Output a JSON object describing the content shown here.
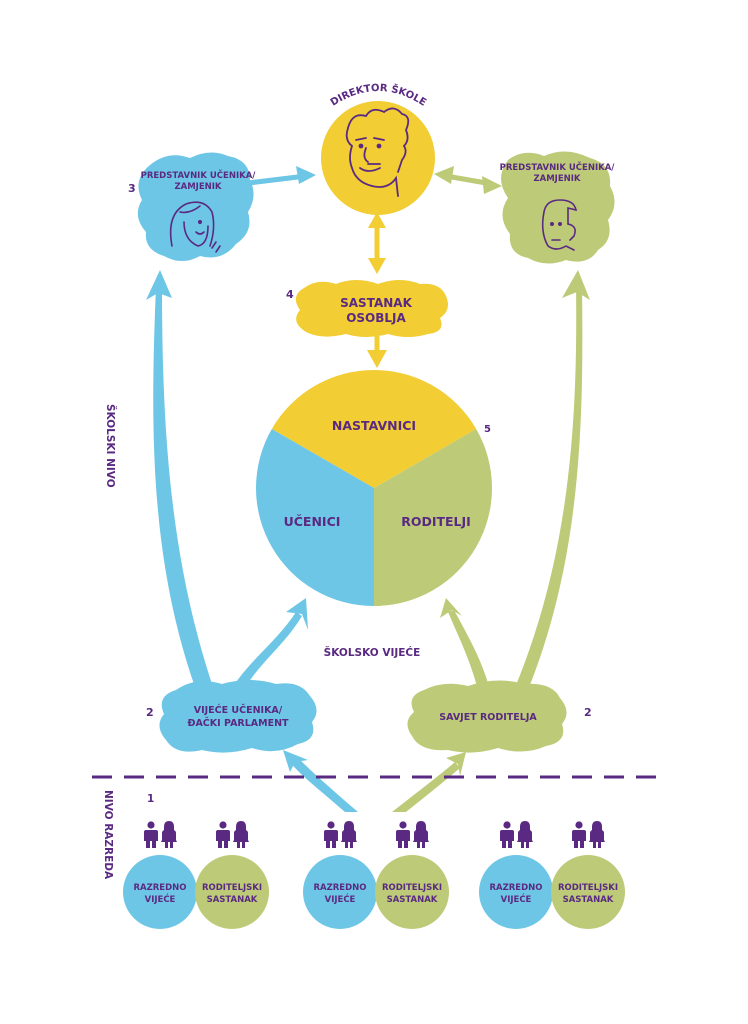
{
  "colors": {
    "blue": "#6ec6e6",
    "yellow": "#f2cd34",
    "green": "#bdcb78",
    "purple": "#5a2a82",
    "background": "#ffffff"
  },
  "director": {
    "label": "DIREKTOR ŠKOLE",
    "icon": "man-face-portrait-icon"
  },
  "student_rep": {
    "number": "3",
    "line1": "PREDSTAVNIK UČENIKA/",
    "line2": "ZAMJENIK",
    "icon": "woman-face-portrait-icon"
  },
  "parent_rep": {
    "line1": "PREDSTAVNIK UČENIKA/",
    "line2": "ZAMJENIK",
    "icon": "man-face-portrait-icon"
  },
  "staff_meeting": {
    "number": "4",
    "line1": "SASTANAK",
    "line2": "OSOBLJA"
  },
  "school_board": {
    "number": "5",
    "label": "ŠKOLSKO VIJEĆE",
    "segments": [
      {
        "label": "NASTAVNICI",
        "color_key": "yellow"
      },
      {
        "label": "UČENICI",
        "color_key": "blue"
      },
      {
        "label": "RODITELJI",
        "color_key": "green"
      }
    ]
  },
  "student_council": {
    "number": "2",
    "line1": "VIJEĆE UČENIKA/",
    "line2": "ĐAČKI PARLAMENT"
  },
  "parent_council": {
    "number": "2",
    "label": "SAVJET RODITELJA"
  },
  "levels": {
    "school": "ŠKOLSKI NIVO",
    "class": "NIVO RAZREDA",
    "class_number": "1"
  },
  "class_groups": [
    {
      "council": {
        "line1": "RAZREDNO",
        "line2": "VIJEĆE"
      },
      "meeting": {
        "line1": "RODITELJSKI",
        "line2": "SASTANAK"
      }
    },
    {
      "council": {
        "line1": "RAZREDNO",
        "line2": "VIJEĆE"
      },
      "meeting": {
        "line1": "RODITELJSKI",
        "line2": "SASTANAK"
      }
    },
    {
      "council": {
        "line1": "RAZREDNO",
        "line2": "VIJEĆE"
      },
      "meeting": {
        "line1": "RODITELJSKI",
        "line2": "SASTANAK"
      }
    }
  ]
}
